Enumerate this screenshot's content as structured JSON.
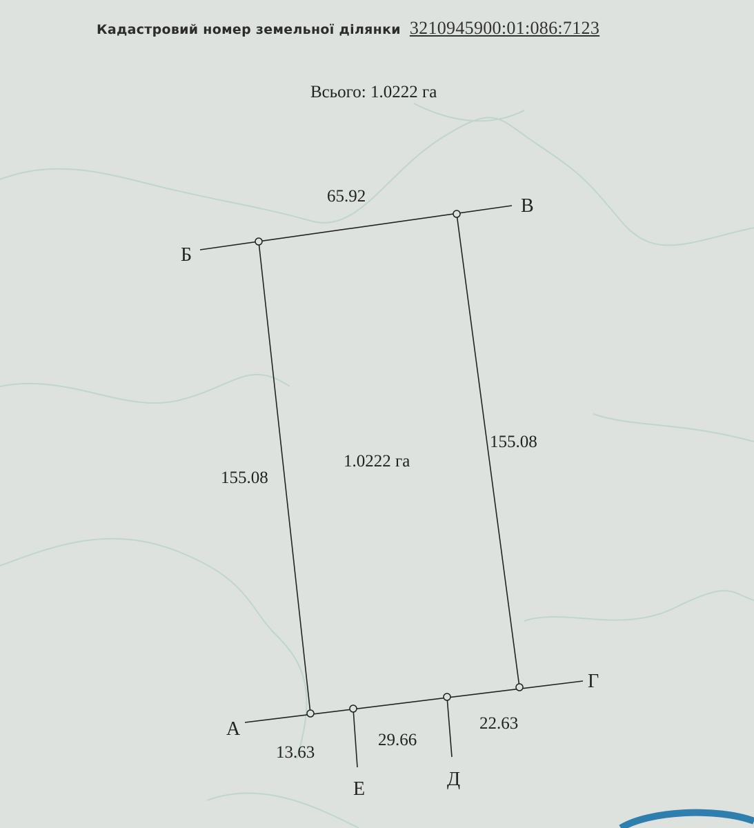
{
  "header": {
    "label": "Кадастровий номер земельної ділянки",
    "cadastral_number": "3210945900:01:086:7123"
  },
  "total": "Всього: 1.0222 га",
  "plot": {
    "area": "1.0222 га",
    "points": {
      "A": "А",
      "B": "Б",
      "V": "В",
      "G": "Г",
      "D": "Д",
      "E": "Е"
    },
    "lengths": {
      "top": "65.92",
      "left": "155.08",
      "right": "155.08",
      "ae": "13.63",
      "ed": "29.66",
      "dg": "22.63"
    }
  },
  "colors": {
    "paper": "#dde2de",
    "contour": "#b9d3c6",
    "line": "#222222",
    "seal": "#2f7fae"
  }
}
